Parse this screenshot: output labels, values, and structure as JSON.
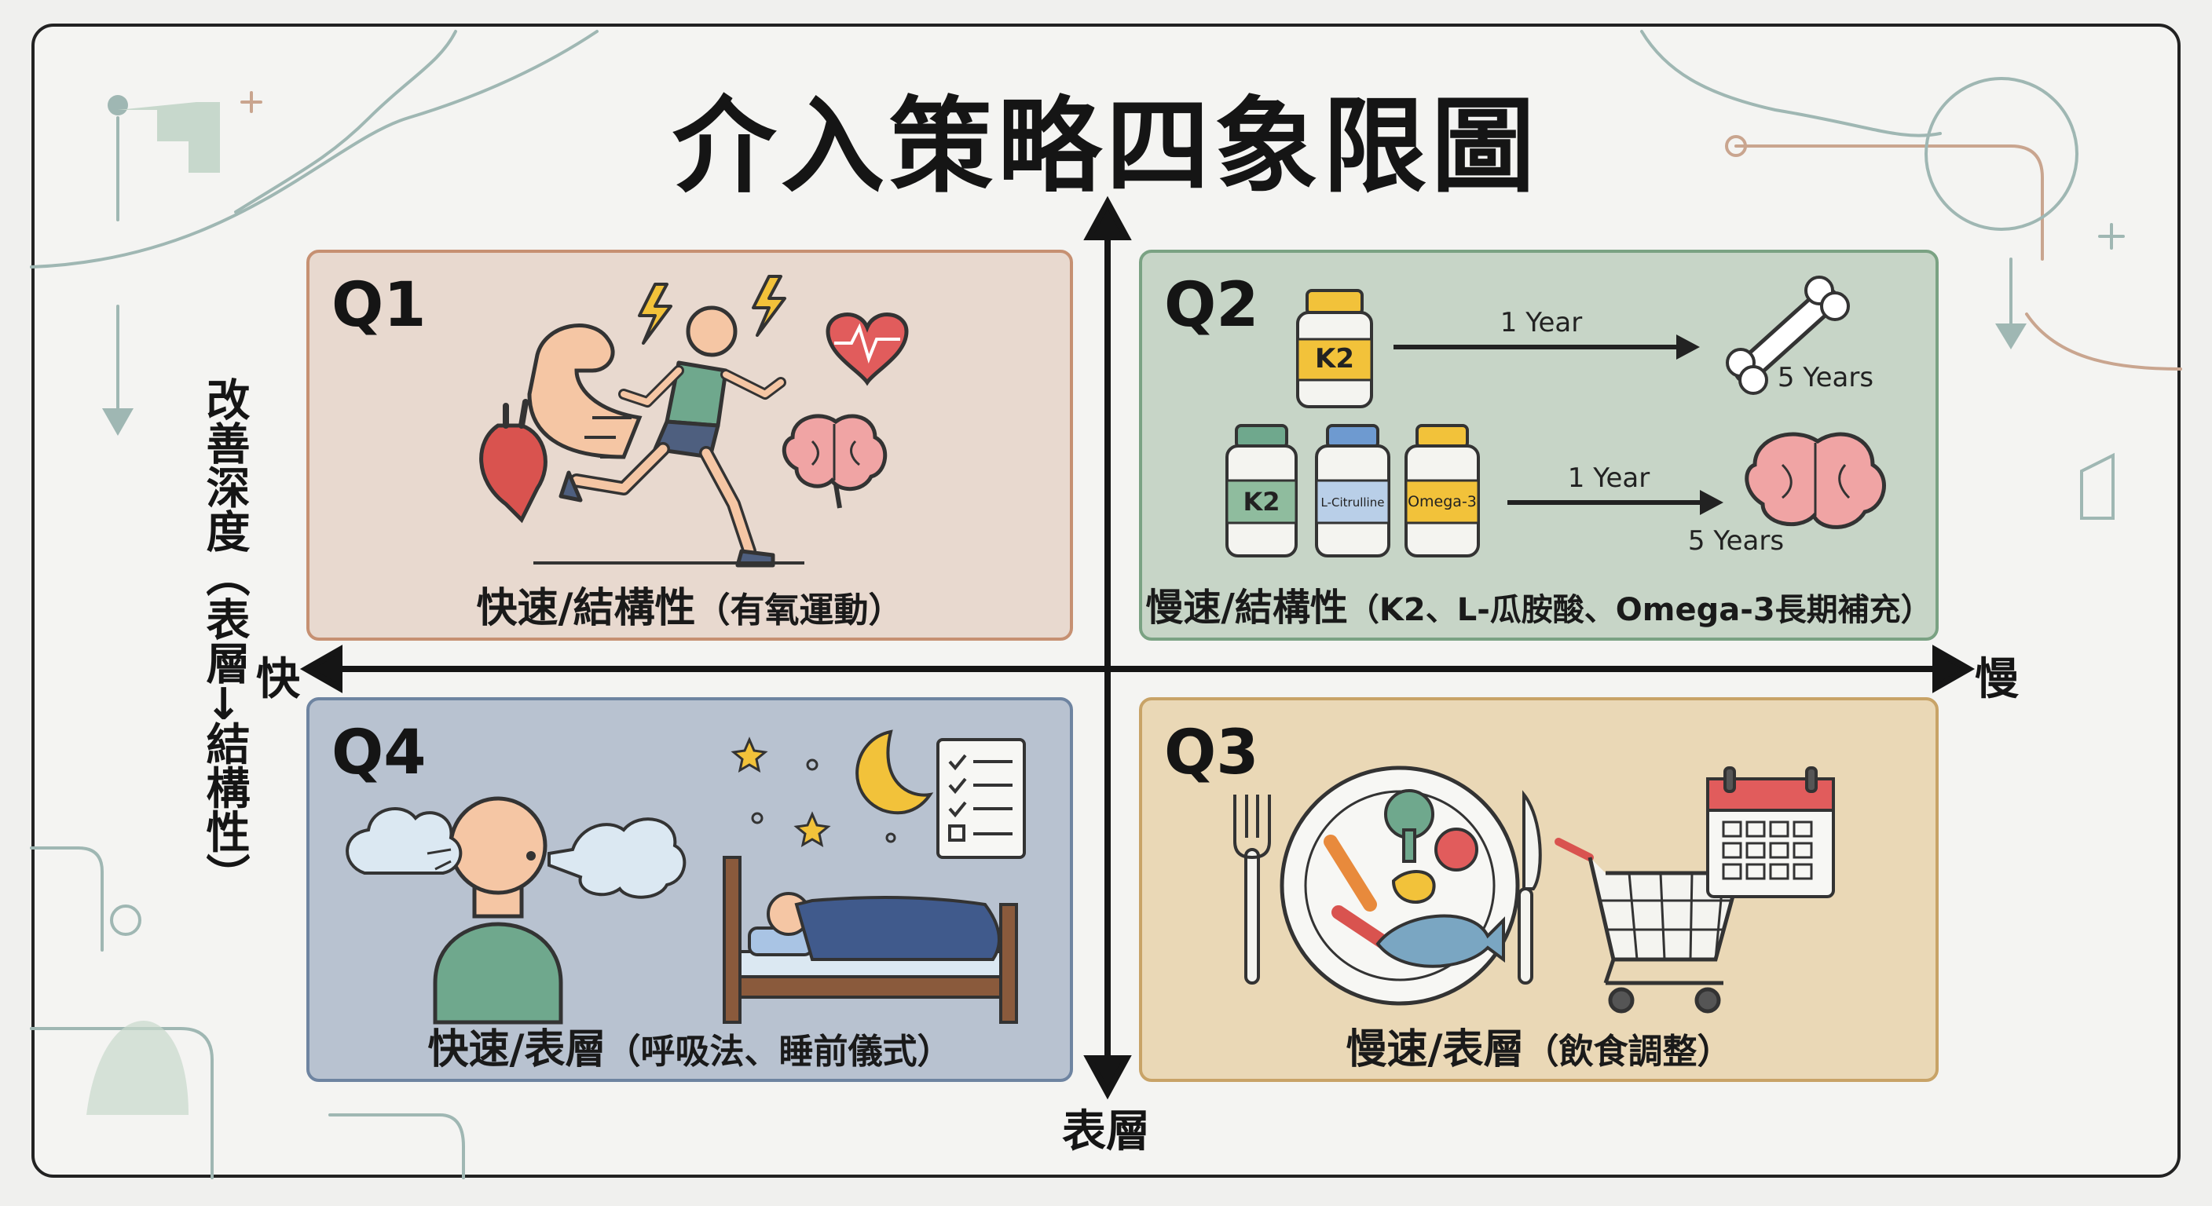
{
  "title": "介入策略四象限圖",
  "axes": {
    "left_label": "快",
    "right_label": "慢",
    "bottom_label": "表層",
    "vertical_label": "改善深度（表層→結構性）"
  },
  "quadrants": {
    "q1": {
      "label": "Q1",
      "caption_main": "快速/結構性",
      "caption_sub": "（有氧運動）"
    },
    "q2": {
      "label": "Q2",
      "caption_main": "慢速/結構性",
      "caption_sub": "（K2、L-瓜胺酸、Omega-3長期補充）",
      "row1": {
        "bottle": "K2",
        "arrow_label": "1 Year",
        "result_label": "5 Years"
      },
      "row2": {
        "bottles": [
          "K2",
          "L-Citrulline",
          "Omega-3"
        ],
        "arrow_label": "1 Year",
        "result_label": "5 Years"
      }
    },
    "q3": {
      "label": "Q3",
      "caption_main": "慢速/表層",
      "caption_sub": "（飲食調整）"
    },
    "q4": {
      "label": "Q4",
      "caption_main": "快速/表層",
      "caption_sub": "（呼吸法、睡前儀式）"
    }
  },
  "icons": {
    "q1": [
      "flexed-arm-icon",
      "lightning-icon",
      "runner-icon",
      "heart-icon",
      "anatomical-heart-icon",
      "brain-icon"
    ],
    "q2": [
      "supplement-bottle-icon",
      "arrow-icon",
      "bone-icon",
      "brain-icon"
    ],
    "q3": [
      "fork-icon",
      "plate-icon",
      "knife-icon",
      "shopping-cart-icon",
      "calendar-icon"
    ],
    "q4": [
      "breathing-person-icon",
      "cloud-icon",
      "stars-icon",
      "moon-icon",
      "checklist-icon",
      "bed-icon"
    ]
  },
  "colors": {
    "q1_bg": "#e8d9cf",
    "q2_bg": "#c7d5c7",
    "q3_bg": "#ead8b6",
    "q4_bg": "#b8c2d0",
    "axis": "#151515"
  }
}
